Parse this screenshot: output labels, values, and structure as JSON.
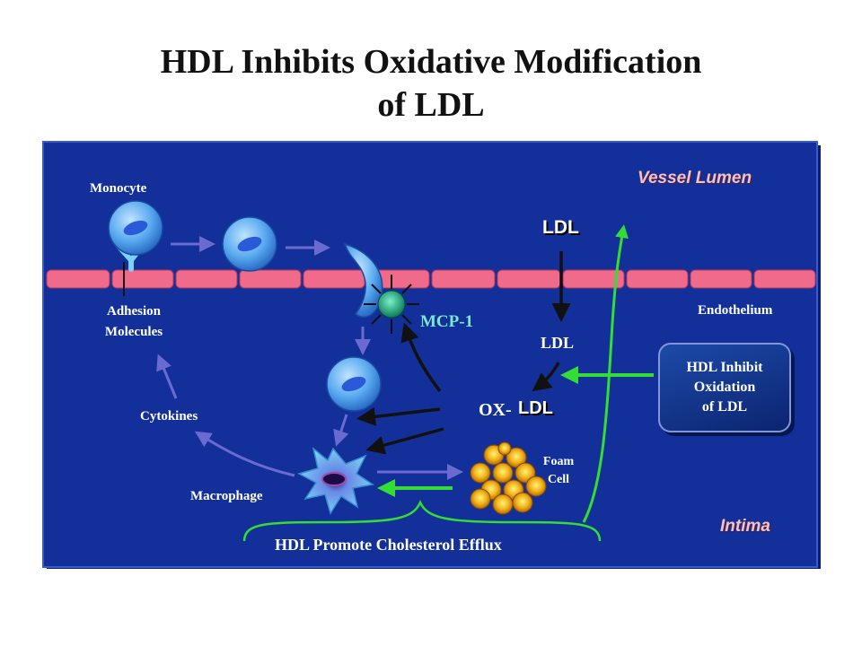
{
  "title_line1": "HDL Inhibits Oxidative Modification",
  "title_line2": "of LDL",
  "labels": {
    "vessel_lumen": "Vessel Lumen",
    "intima": "Intima",
    "monocyte": "Monocyte",
    "adhesion_molecules_1": "Adhesion",
    "adhesion_molecules_2": "Molecules",
    "mcp1": "MCP-1",
    "ldl_top": "LDL",
    "ldl_mid": "LDL",
    "ox_prefix": "OX-",
    "ox_ldl": "LDL",
    "endothelium": "Endothelium",
    "hdl_inhibit_1": "HDL Inhibit",
    "hdl_inhibit_2": "Oxidation",
    "hdl_inhibit_3": "of LDL",
    "cytokines": "Cytokines",
    "macrophage": "Macrophage",
    "foam_1": "Foam",
    "foam_2": "Cell",
    "hdl_efflux": "HDL Promote Cholesterol Efflux"
  },
  "colors": {
    "panel": "#0f2a8a",
    "endothelium": "#f06a8c",
    "green_arrow": "#33dd33",
    "cell": "#5aaaf0",
    "foam": "#e8a010"
  }
}
